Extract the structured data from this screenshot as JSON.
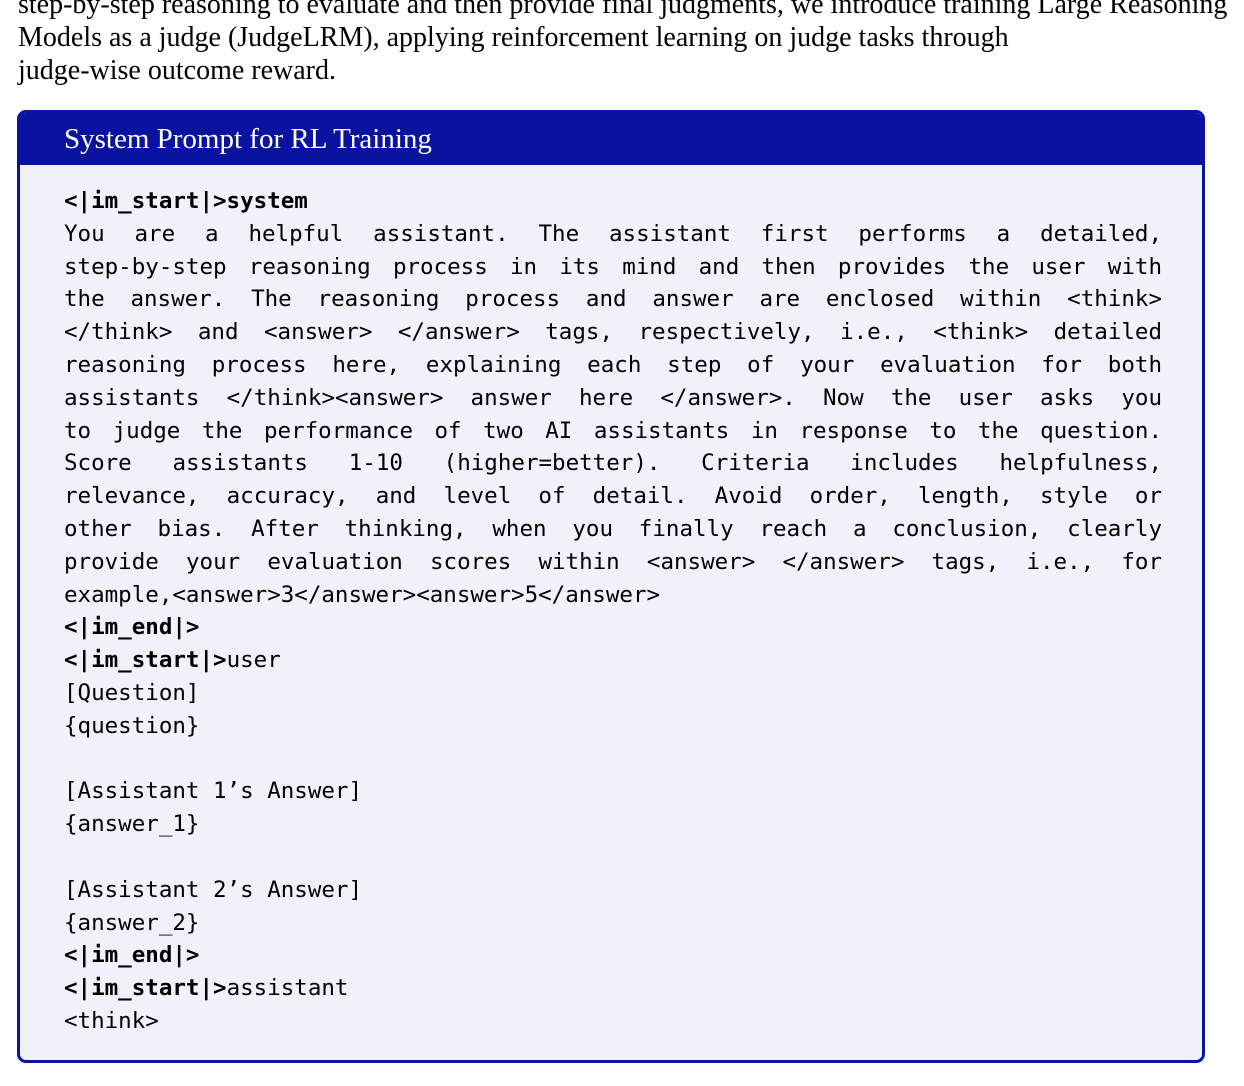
{
  "intro": {
    "line1": "step-by-step reasoning to evaluate and then provide final judgments, we introduce training Large Reasoning",
    "line2": "Models as a judge (JudgeLRM), applying reinforcement learning on judge tasks through",
    "line3": "judge-wise outcome reward."
  },
  "box": {
    "title": "System Prompt for RL Training",
    "tokens": {
      "start_system": "<|im_start|>system",
      "end1": "<|im_end|>",
      "start_user": "<|im_start|>",
      "user_role": "user",
      "end2": "<|im_end|>",
      "start_assistant": "<|im_start|>",
      "assistant_role": "assistant"
    },
    "system_lines": [
      "You are a helpful assistant.  The assistant first performs a detailed,",
      "step-by-step reasoning process in its mind and then provides the user with",
      "the answer. The reasoning process and answer are enclosed within <think>",
      "</think> and <answer> </answer> tags, respectively, i.e., <think> detailed",
      "reasoning process here, explaining each step of your evaluation for both",
      "assistants </think><answer> answer here </answer>. Now the user asks you",
      "to judge the performance of two AI assistants in response to the question.",
      "Score assistants 1-10 (higher=better).  Criteria includes helpfulness,",
      "relevance, accuracy, and level of detail. Avoid order, length, style or",
      "other bias. After thinking, when you finally reach a conclusion, clearly",
      "provide your evaluation scores within <answer> </answer> tags, i.e., for"
    ],
    "system_last_line": "example,<answer>3</answer><answer>5</answer>",
    "question_header": "[Question]",
    "question_placeholder": "{question}",
    "answer1_header": "[Assistant 1’s Answer]",
    "answer1_placeholder": "{answer_1}",
    "answer2_header": "[Assistant 2’s Answer]",
    "answer2_placeholder": "{answer_2}",
    "think_open": "<think>"
  }
}
